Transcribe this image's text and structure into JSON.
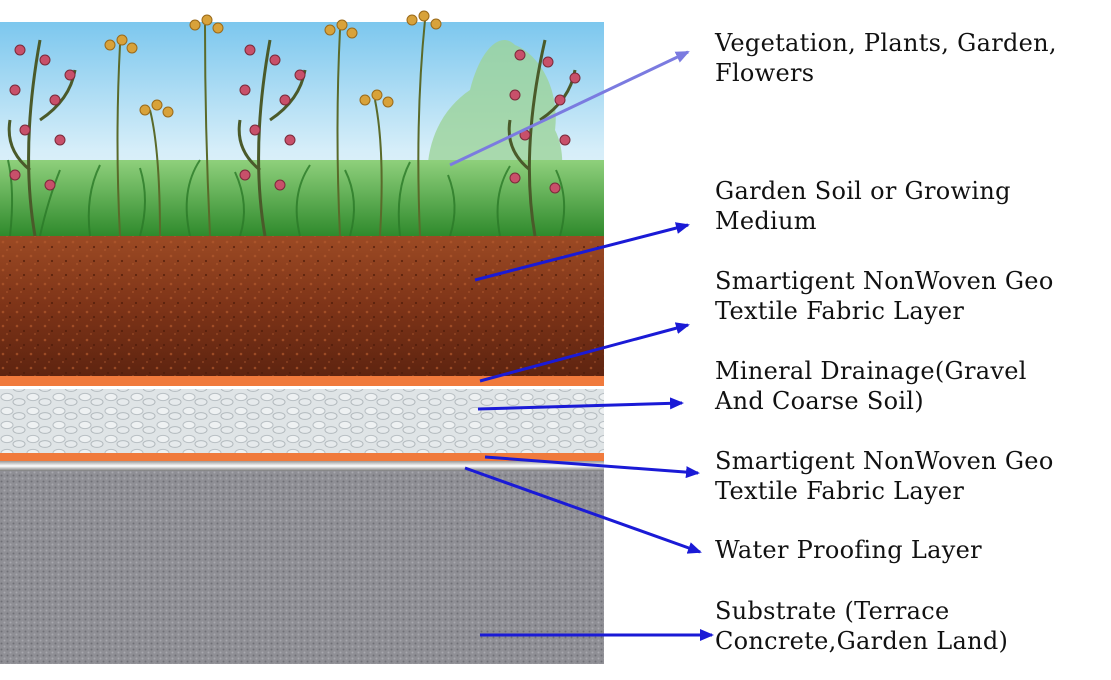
{
  "colors": {
    "sky": "#bfe3f5",
    "grass": "#3f9a3a",
    "soil": "#8a3a1c",
    "geotextile": "#f07a3c",
    "gravel": "#d8dde0",
    "waterproofing": "#e8e8e8",
    "substrate": "#8e8e94",
    "arrow": "#1a1ad6",
    "arrow_top": "#7b7be0"
  },
  "labels": [
    {
      "id": "vegetation",
      "lines": [
        "Vegetation, Plants, Garden,",
        "Flowers"
      ]
    },
    {
      "id": "soil",
      "lines": [
        "Garden Soil or Growing",
        "Medium"
      ]
    },
    {
      "id": "geotextile_top",
      "lines": [
        "Smartigent NonWoven Geo",
        "Textile Fabric Layer"
      ]
    },
    {
      "id": "drainage",
      "lines": [
        "Mineral Drainage(Gravel",
        "And Coarse Soil)"
      ]
    },
    {
      "id": "geotextile_bottom",
      "lines": [
        "Smartigent NonWoven Geo",
        "Textile Fabric Layer"
      ]
    },
    {
      "id": "waterproofing",
      "lines": [
        "Water Proofing Layer"
      ]
    },
    {
      "id": "substrate",
      "lines": [
        "Substrate (Terrace",
        "Concrete,Garden Land)"
      ]
    }
  ]
}
